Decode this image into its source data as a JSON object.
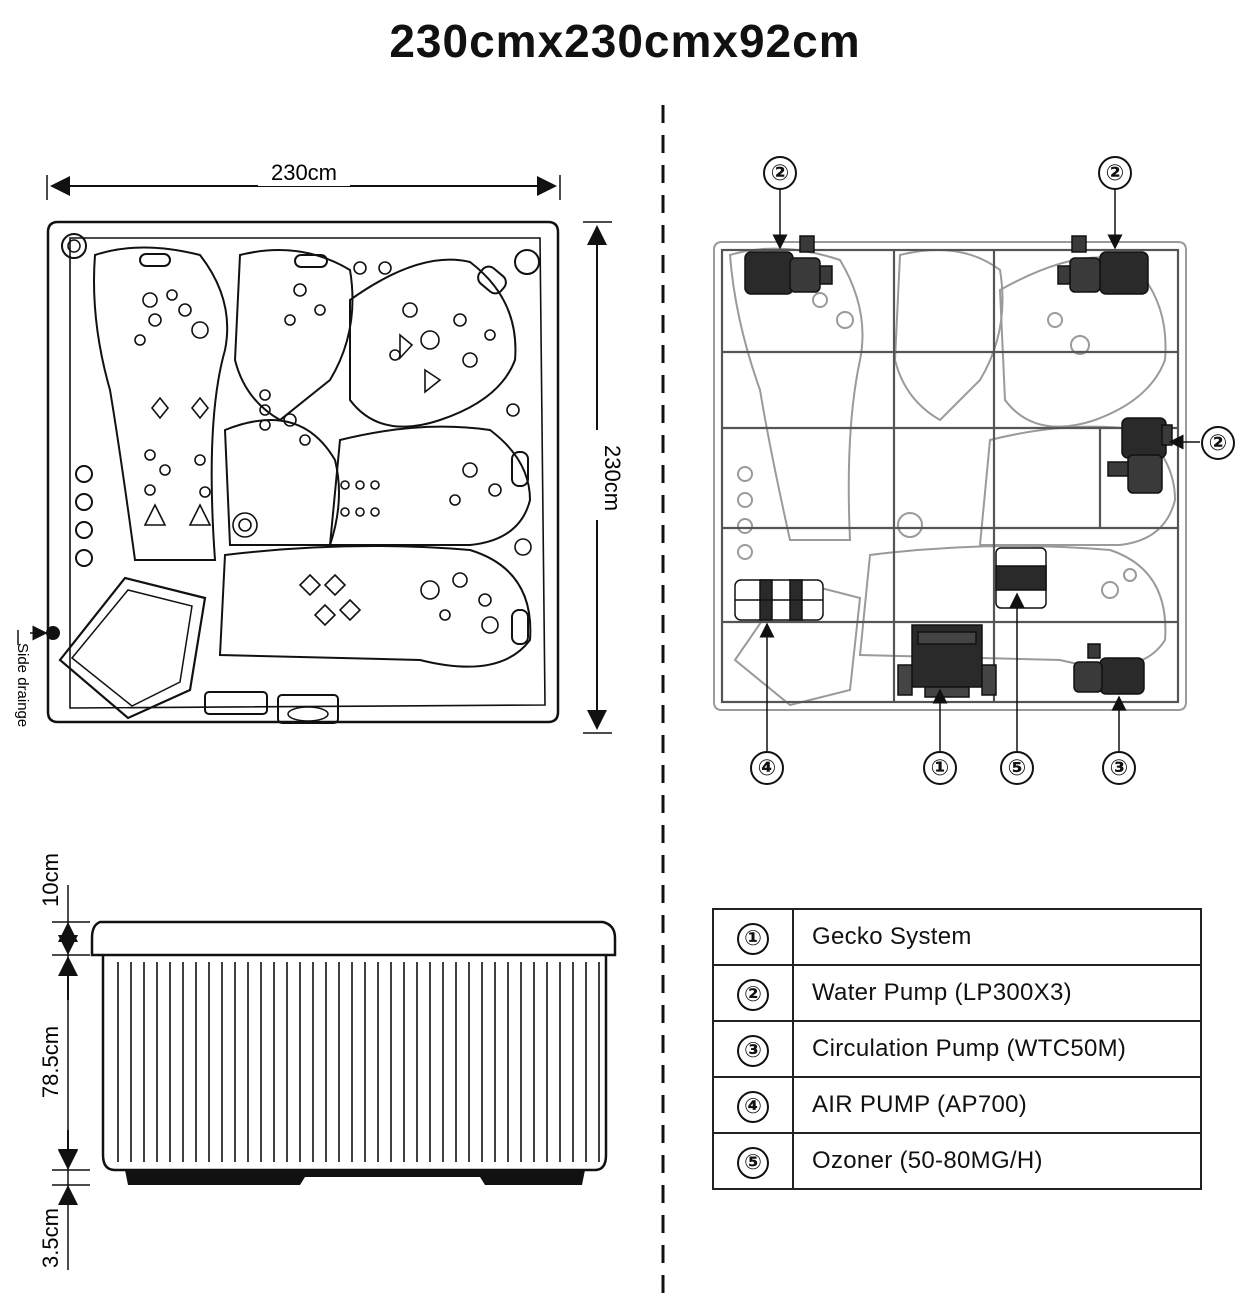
{
  "title": "230cmx230cmx92cm",
  "top_view": {
    "width_label": "230cm",
    "height_label": "230cm",
    "side_drain_label": "Side drainge"
  },
  "side_view": {
    "lip_label": "10cm",
    "body_label": "78.5cm",
    "base_label": "3.5cm"
  },
  "equipment_view": {
    "callouts": [
      "②",
      "②",
      "②",
      "④",
      "①",
      "⑤",
      "③"
    ]
  },
  "legend": [
    {
      "num": "①",
      "label": "Gecko System"
    },
    {
      "num": "②",
      "label": "Water Pump (LP300X3)"
    },
    {
      "num": "③",
      "label": "Circulation Pump (WTC50M)"
    },
    {
      "num": "④",
      "label": "AIR PUMP (AP700)"
    },
    {
      "num": "⑤",
      "label": "Ozoner (50-80MG/H)"
    }
  ]
}
